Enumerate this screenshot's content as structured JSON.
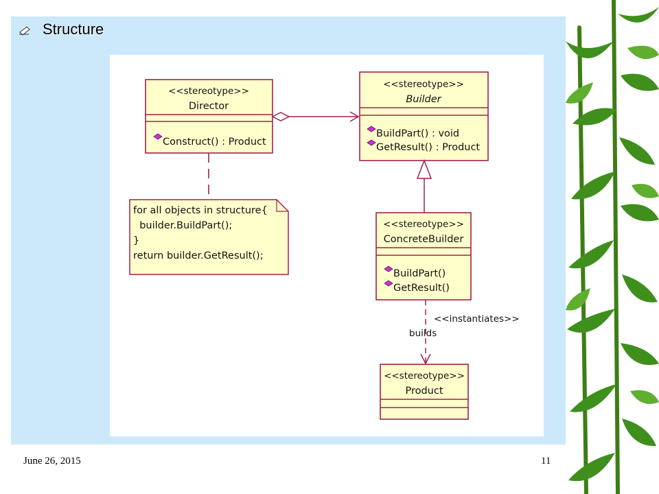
{
  "slide": {
    "heading": "Structure",
    "date": "June 26, 2015",
    "page_number": "11"
  },
  "diagram": {
    "director": {
      "stereotype": "<<stereotype>>",
      "name": "Director",
      "operations": [
        "Construct() : Product"
      ]
    },
    "builder": {
      "stereotype": "<<stereotype>>",
      "name": "Builder",
      "operations": [
        "BuildPart() : void",
        "GetResult() : Product"
      ]
    },
    "concrete_builder": {
      "stereotype": "<<stereotype>>",
      "name": "ConcreteBuilder",
      "operations": [
        "BuildPart()",
        "GetResult()"
      ]
    },
    "product": {
      "stereotype": "<<stereotype>>",
      "name": "Product"
    },
    "note": {
      "lines": [
        "for all objects in structure{",
        "  builder.BuildPart();",
        "}",
        "return builder.GetResult();"
      ]
    },
    "dependency": {
      "stereotype": "<<instantiates>>",
      "label": "builds"
    }
  },
  "colors": {
    "panel": "#cbe9fb",
    "class_fill": "#ffffcc",
    "class_border": "#a0204a",
    "operation_marker": "#cc33cc"
  },
  "icons": [
    "outline-bullet-icon",
    "bamboo-leaves-decoration"
  ]
}
